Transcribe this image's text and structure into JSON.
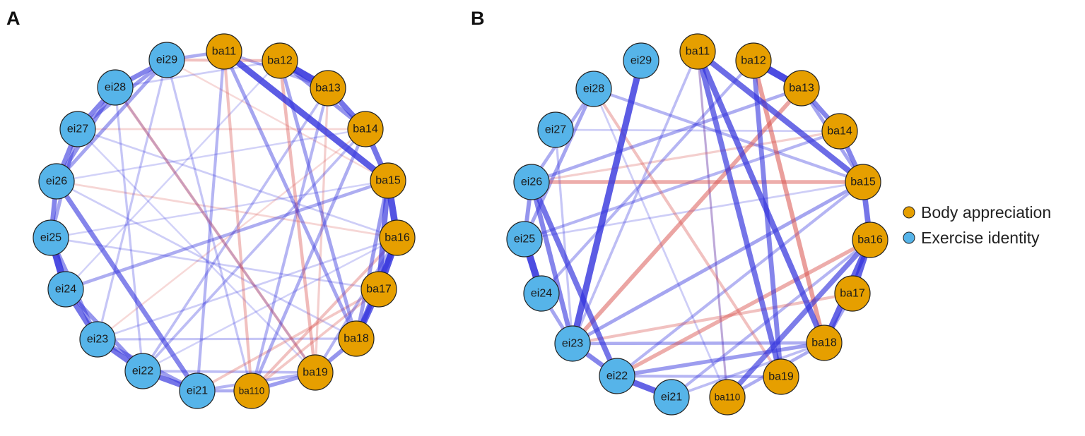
{
  "panels": [
    {
      "letter": "A",
      "nodes": [
        "ba11",
        "ba12",
        "ba13",
        "ba14",
        "ba15",
        "ba16",
        "ba17",
        "ba18",
        "ba19",
        "ba110",
        "ei21",
        "ei22",
        "ei23",
        "ei24",
        "ei25",
        "ei26",
        "ei27",
        "ei28",
        "ei29"
      ],
      "edges": [
        [
          "ba11",
          "ba15",
          1,
          0.85
        ],
        [
          "ba12",
          "ba13",
          1,
          0.95
        ],
        [
          "ba13",
          "ba14",
          1,
          0.7
        ],
        [
          "ba14",
          "ba15",
          1,
          0.7
        ],
        [
          "ba15",
          "ba16",
          1,
          0.9
        ],
        [
          "ba16",
          "ba17",
          1,
          0.9
        ],
        [
          "ba17",
          "ba18",
          1,
          0.8
        ],
        [
          "ba15",
          "ba17",
          1,
          0.7
        ],
        [
          "ba16",
          "ba18",
          1,
          0.7
        ],
        [
          "ba18",
          "ba19",
          1,
          0.5
        ],
        [
          "ba19",
          "ba110",
          1,
          0.45
        ],
        [
          "ba12",
          "ba14",
          1,
          0.5
        ],
        [
          "ba11",
          "ba13",
          1,
          0.3
        ],
        [
          "ba15",
          "ba18",
          1,
          0.45
        ],
        [
          "ei24",
          "ei25",
          1,
          0.95
        ],
        [
          "ei23",
          "ei24",
          1,
          0.7
        ],
        [
          "ei22",
          "ei23",
          1,
          0.7
        ],
        [
          "ei21",
          "ei22",
          1,
          0.7
        ],
        [
          "ei25",
          "ei26",
          1,
          0.6
        ],
        [
          "ei26",
          "ei27",
          1,
          0.6
        ],
        [
          "ei27",
          "ei28",
          1,
          0.6
        ],
        [
          "ei28",
          "ei29",
          1,
          0.6
        ],
        [
          "ei26",
          "ei28",
          1,
          0.5
        ],
        [
          "ei27",
          "ei29",
          1,
          0.45
        ],
        [
          "ei23",
          "ei25",
          1,
          0.5
        ],
        [
          "ei22",
          "ei24",
          1,
          0.5
        ],
        [
          "ei21",
          "ei23",
          1,
          0.45
        ],
        [
          "ei26",
          "ei21",
          1,
          0.6
        ],
        [
          "ei25",
          "ei27",
          1,
          0.4
        ],
        [
          "ei29",
          "ei26",
          1,
          0.4
        ],
        [
          "ei21",
          "ba110",
          1,
          0.35
        ],
        [
          "ei21",
          "ba19",
          1,
          0.3
        ],
        [
          "ei22",
          "ba19",
          1,
          0.25
        ],
        [
          "ei23",
          "ba18",
          1,
          0.2
        ],
        [
          "ei24",
          "ba15",
          1,
          0.35
        ],
        [
          "ei29",
          "ba11",
          1,
          0.35
        ],
        [
          "ei22",
          "ba13",
          1,
          0.25
        ],
        [
          "ba11",
          "ei21",
          1,
          0.3
        ],
        [
          "ba12",
          "ba18",
          1,
          0.4
        ],
        [
          "ba13",
          "ba110",
          1,
          0.3
        ],
        [
          "ba14",
          "ei22",
          1,
          0.25
        ],
        [
          "ba11",
          "ba18",
          1,
          0.4
        ],
        [
          "ba19",
          "ba16",
          1,
          0.3
        ],
        [
          "ba110",
          "ba14",
          1,
          0.35
        ],
        [
          "ei28",
          "ba19",
          1,
          0.2
        ],
        [
          "ei29",
          "ba110",
          1,
          0.2
        ],
        [
          "ei26",
          "ba18",
          1,
          0.15
        ],
        [
          "ei27",
          "ba16",
          1,
          0.15
        ],
        [
          "ei25",
          "ba17",
          1,
          0.15
        ],
        [
          "ei23",
          "ba16",
          1,
          0.15
        ],
        [
          "ei28",
          "ei22",
          1,
          0.2
        ],
        [
          "ei29",
          "ei23",
          1,
          0.2
        ],
        [
          "ei27",
          "ba19",
          1,
          0.12
        ],
        [
          "ei26",
          "ba14",
          1,
          0.12
        ],
        [
          "ei28",
          "ba12",
          1,
          0.15
        ],
        [
          "ei24",
          "ba12",
          1,
          0.12
        ],
        [
          "ei25",
          "ba15",
          1,
          0.12
        ],
        [
          "ei22",
          "ba16",
          1,
          0.12
        ],
        [
          "ei29",
          "ba12",
          -1,
          0.3
        ],
        [
          "ei28",
          "ba19",
          -1,
          0.3
        ],
        [
          "ba12",
          "ba19",
          -1,
          0.35
        ],
        [
          "ba11",
          "ba110",
          -1,
          0.3
        ],
        [
          "ba16",
          "ba110",
          -1,
          0.3
        ],
        [
          "ba17",
          "ei21",
          -1,
          0.25
        ],
        [
          "ba13",
          "ba19",
          -1,
          0.2
        ],
        [
          "ba17",
          "ba110",
          -1,
          0.25
        ],
        [
          "ei26",
          "ba16",
          -1,
          0.15
        ],
        [
          "ei27",
          "ba14",
          -1,
          0.15
        ],
        [
          "ei29",
          "ba15",
          -1,
          0.12
        ],
        [
          "ba14",
          "ei23",
          -1,
          0.12
        ]
      ]
    },
    {
      "letter": "B",
      "nodes": [
        "ba11",
        "ba12",
        "ba13",
        "ba14",
        "ba15",
        "ba16",
        "ba17",
        "ba18",
        "ba19",
        "ba110",
        "ei21",
        "ei22",
        "ei23",
        "ei24",
        "ei25",
        "ei26",
        "ei27",
        "ei28",
        "ei29"
      ],
      "edges": [
        [
          "ba12",
          "ba13",
          1,
          0.95
        ],
        [
          "ba13",
          "ba14",
          1,
          0.6
        ],
        [
          "ba14",
          "ba15",
          1,
          0.6
        ],
        [
          "ba15",
          "ba16",
          1,
          0.7
        ],
        [
          "ba16",
          "ba17",
          1,
          0.8
        ],
        [
          "ba16",
          "ba18",
          1,
          0.8
        ],
        [
          "ba11",
          "ba15",
          1,
          0.75
        ],
        [
          "ba11",
          "ba18",
          1,
          0.75
        ],
        [
          "ba11",
          "ba19",
          1,
          0.7
        ],
        [
          "ba16",
          "ba110",
          1,
          0.65
        ],
        [
          "ba12",
          "ba19",
          1,
          0.6
        ],
        [
          "ba13",
          "ba15",
          1,
          0.4
        ],
        [
          "ba17",
          "ba18",
          1,
          0.4
        ],
        [
          "ba18",
          "ba110",
          1,
          0.35
        ],
        [
          "ei24",
          "ei25",
          1,
          0.95
        ],
        [
          "ei29",
          "ei23",
          1,
          0.85
        ],
        [
          "ei21",
          "ei22",
          1,
          0.8
        ],
        [
          "ei22",
          "ei23",
          1,
          0.6
        ],
        [
          "ei25",
          "ei26",
          1,
          0.5
        ],
        [
          "ei26",
          "ei22",
          1,
          0.7
        ],
        [
          "ei26",
          "ei23",
          1,
          0.6
        ],
        [
          "ei23",
          "ei24",
          1,
          0.4
        ],
        [
          "ei25",
          "ei28",
          1,
          0.4
        ],
        [
          "ei26",
          "ei28",
          1,
          0.35
        ],
        [
          "ei27",
          "ei23",
          1,
          0.2
        ],
        [
          "ei23",
          "ba15",
          1,
          0.4
        ],
        [
          "ei23",
          "ba18",
          1,
          0.35
        ],
        [
          "ei22",
          "ba18",
          1,
          0.45
        ],
        [
          "ei21",
          "ba16",
          1,
          0.3
        ],
        [
          "ei26",
          "ba13",
          1,
          0.35
        ],
        [
          "ei25",
          "ba14",
          1,
          0.3
        ],
        [
          "ei28",
          "ba15",
          1,
          0.3
        ],
        [
          "ei24",
          "ba12",
          1,
          0.3
        ],
        [
          "ei22",
          "ba15",
          1,
          0.3
        ],
        [
          "ei23",
          "ba11",
          1,
          0.25
        ],
        [
          "ei22",
          "ba19",
          1,
          0.3
        ],
        [
          "ei21",
          "ba18",
          1,
          0.25
        ],
        [
          "ei27",
          "ba14",
          1,
          0.15
        ],
        [
          "ei28",
          "ba110",
          1,
          0.15
        ],
        [
          "ba11",
          "ba110",
          1,
          0.2
        ],
        [
          "ei25",
          "ba15",
          1,
          0.15
        ],
        [
          "ei23",
          "ba13",
          -1,
          0.5
        ],
        [
          "ba12",
          "ba18",
          -1,
          0.55
        ],
        [
          "ei26",
          "ba15",
          -1,
          0.45
        ],
        [
          "ei22",
          "ba16",
          -1,
          0.45
        ],
        [
          "ei28",
          "ba19",
          -1,
          0.3
        ],
        [
          "ei23",
          "ba17",
          -1,
          0.3
        ],
        [
          "ei26",
          "ba14",
          -1,
          0.2
        ],
        [
          "ba11",
          "ba110",
          -1,
          0.15
        ]
      ]
    }
  ],
  "legend": {
    "items": [
      {
        "label": "Body appreciation",
        "color": "#E69F00"
      },
      {
        "label": "Exercise identity",
        "color": "#56B4E9"
      }
    ]
  },
  "colors": {
    "ba_node": "#E69F00",
    "ei_node": "#56B4E9",
    "positive_edge": "#3333DD",
    "negative_edge": "#D9534F",
    "node_stroke": "#222222"
  }
}
